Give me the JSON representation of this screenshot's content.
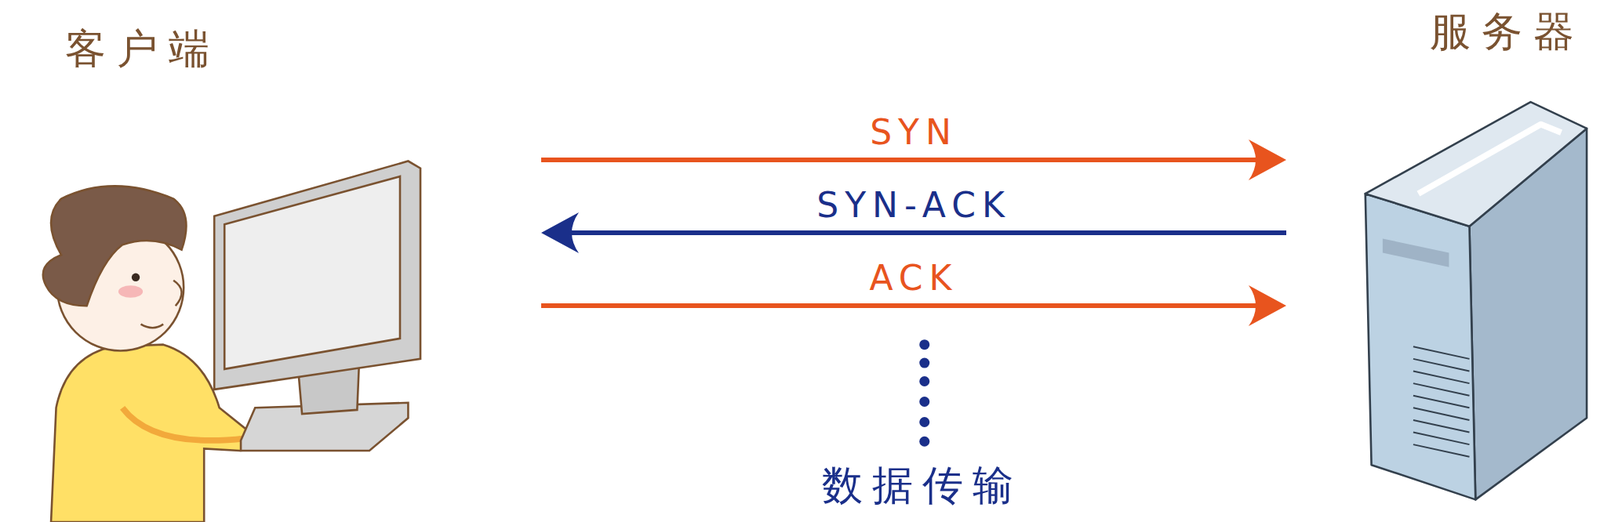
{
  "diagram": {
    "nodes": [
      {
        "text": [
          "客户端"
        ]
      },
      {
        "text": [
          "服务器"
        ]
      }
    ],
    "edges": [
      {
        "from": 0,
        "to": 1,
        "label": "SYN",
        "arrow": "to"
      },
      {
        "from": 1,
        "to": 0,
        "label": "SYN-ACK",
        "arrow": "to"
      },
      {
        "from": 0,
        "to": 1,
        "label": "ACK",
        "arrow": "to"
      }
    ],
    "labels": [
      "数据传输"
    ]
  }
}
